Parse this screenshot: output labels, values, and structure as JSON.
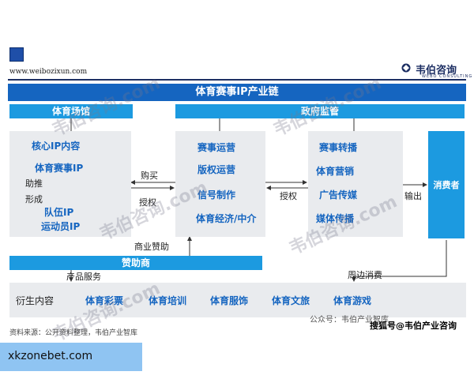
{
  "header": {
    "site_url": "www.weibozixun.com",
    "brand_name": "韦伯咨询",
    "brand_sub": "WEBO CONSULTING"
  },
  "title": "体育赛事IP产业链",
  "sections": {
    "venue": "体育场馆",
    "government": "政府监管",
    "sponsor": "赞助商"
  },
  "left_column": {
    "core_ip": "核心IP内容",
    "sports_event_ip": "体育赛事IP",
    "help_push": "助推",
    "form": "形成",
    "team_ip": "队伍IP",
    "athlete_ip": "运动员IP"
  },
  "middle_column": {
    "items": [
      "赛事运营",
      "版权运营",
      "信号制作",
      "体育经济/中介"
    ]
  },
  "right_column": {
    "items": [
      "赛事转播",
      "体育营销",
      "广告传媒",
      "媒体传播"
    ]
  },
  "consumer": "消费者",
  "flows": {
    "buy": "购买",
    "license": "授权",
    "license_2": "授权",
    "output": "输出",
    "commercial_sponsorship": "商业赞助",
    "product_service": "产品服务",
    "peripheral_consumption": "周边消费"
  },
  "derivatives": {
    "label": "衍生内容",
    "items": [
      "体育彩票",
      "体育培训",
      "体育服饰",
      "体育文旅",
      "体育游戏"
    ]
  },
  "footer": {
    "source": "资料来源：公开资料整理，韦伯产业智库",
    "wechat": "公众号：韦伯产业智库",
    "sohu": "搜狐号@韦伯产业咨询",
    "banner": "xkzonebet.com"
  },
  "watermarks": [
    "韦伯咨询.com",
    "韦伯咨询.com",
    "韦伯咨询.com",
    "韦伯咨询.com",
    "韦伯咨询.com"
  ],
  "colors": {
    "title_blue": "#1565c0",
    "section_blue": "#1c9ae0",
    "box_gray": "#e9ebee",
    "brand_navy": "#1d2f63",
    "banner_blue": "#8fc4f2"
  }
}
